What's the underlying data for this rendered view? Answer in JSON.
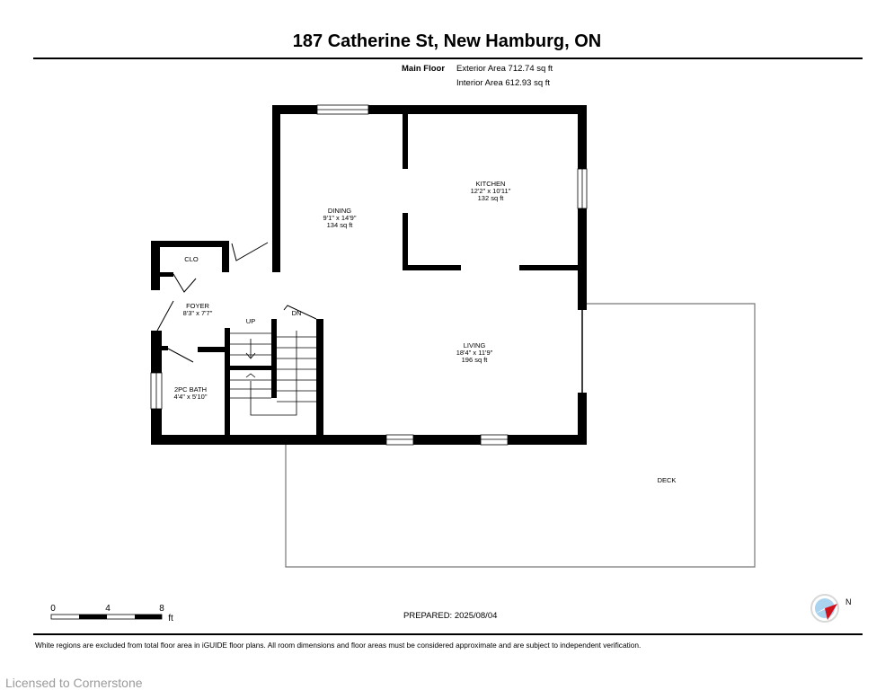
{
  "header": {
    "title": "187 Catherine St, New Hamburg, ON",
    "floor_label": "Main Floor",
    "exterior_area": "Exterior Area 712.74 sq ft",
    "interior_area": "Interior Area 612.93 sq ft"
  },
  "rooms": [
    {
      "name": "KITCHEN",
      "dims": "12'2\" x 10'11\"",
      "area": "132 sq ft"
    },
    {
      "name": "DINING",
      "dims": "9'1\" x 14'9\"",
      "area": "134 sq ft"
    },
    {
      "name": "LIVING",
      "dims": "18'4\" x 11'9\"",
      "area": "196 sq ft"
    },
    {
      "name": "FOYER",
      "dims": "8'3\" x 7'7\""
    },
    {
      "name": "2PC BATH",
      "dims": "4'4\" x 5'10\""
    },
    {
      "name": "CLO"
    },
    {
      "name": "DECK"
    }
  ],
  "stairs": {
    "up": "UP",
    "down": "DN"
  },
  "scale": {
    "ticks": [
      "0",
      "4",
      "8"
    ],
    "unit": "ft"
  },
  "compass": {
    "label": "N"
  },
  "footer": {
    "prepared": "PREPARED: 2025/08/04",
    "disclaimer": "White regions are excluded from total floor area in iGUIDE floor plans. All room dimensions and floor areas must be considered approximate and are subject to independent verification.",
    "watermark": "Licensed to Cornerstone"
  },
  "colors": {
    "wall": "#000000",
    "deck_line": "#777777",
    "compass_red": "#d0111b",
    "compass_blue": "#a9d3ef"
  }
}
